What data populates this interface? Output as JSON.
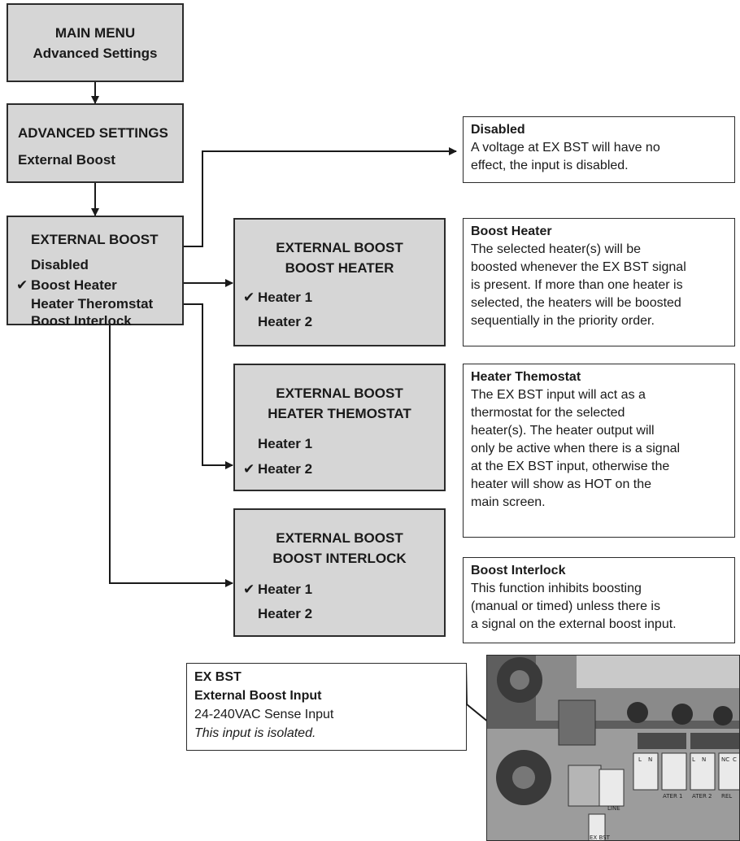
{
  "main_menu": {
    "title": "MAIN MENU",
    "item": "Advanced Settings"
  },
  "advanced_settings": {
    "title": "ADVANCED SETTINGS",
    "item": "External Boost"
  },
  "external_boost": {
    "title": "EXTERNAL BOOST",
    "options": [
      "Disabled",
      "Boost Heater",
      "Heater Theromstat",
      "Boost Interlock"
    ],
    "checkmark": "✔"
  },
  "submenus": [
    {
      "title1": "EXTERNAL BOOST",
      "title2": "BOOST HEATER",
      "heater1": "Heater 1",
      "heater2": "Heater 2",
      "checked": "Heater 1"
    },
    {
      "title1": "EXTERNAL BOOST",
      "title2": "HEATER THEMOSTAT",
      "heater1": "Heater 1",
      "heater2": "Heater 2",
      "checked": "Heater 2"
    },
    {
      "title1": "EXTERNAL BOOST",
      "title2": "BOOST INTERLOCK",
      "heater1": "Heater 1",
      "heater2": "Heater 2",
      "checked": "Heater 1"
    }
  ],
  "descriptions": [
    {
      "heading": "Disabled",
      "lines": [
        "A voltage at EX BST will have no",
        "effect, the input is disabled."
      ]
    },
    {
      "heading": "Boost Heater",
      "lines": [
        "The selected heater(s) will be",
        "boosted whenever the EX BST signal",
        "is present. If more than one heater is",
        "selected, the heaters will be boosted",
        "sequentially in the priority order."
      ]
    },
    {
      "heading": "Heater Themostat",
      "lines": [
        "The EX BST input will act as a",
        "thermostat for the selected",
        "heater(s). The heater output will",
        "only be active when there is a signal",
        "at the EX BST input, otherwise the",
        "heater will show as HOT on the",
        "main screen."
      ]
    },
    {
      "heading": "Boost Interlock",
      "lines": [
        "This function inhibits boosting",
        "(manual or timed) unless there is",
        "a signal on the external boost input."
      ]
    }
  ],
  "ex_bst_label": {
    "line1": "EX BST",
    "line2": "External Boost Input",
    "line3": "24-240VAC Sense Input",
    "line4": "This input is isolated."
  },
  "photo": {
    "description_icon": "circuit-board-photo",
    "labels": [
      "L",
      "N",
      "L",
      "N",
      "ATER 1",
      "ATER 2",
      "NC",
      "C",
      "REL",
      "LINE",
      "EX BST"
    ]
  },
  "colors": {
    "box_fill": "#d6d6d6",
    "stroke": "#2b2b2b"
  }
}
